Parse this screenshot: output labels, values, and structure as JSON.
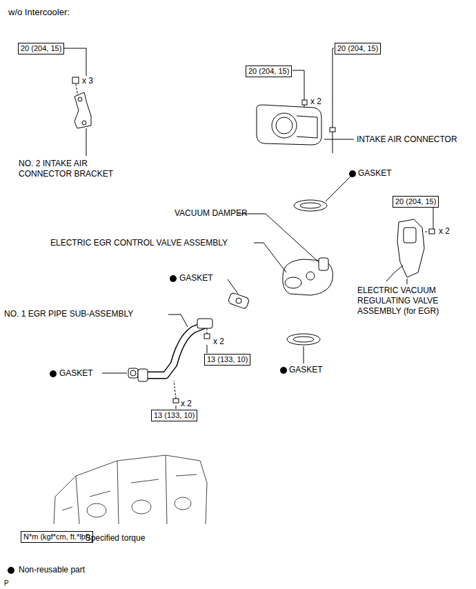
{
  "diagram": {
    "title": "w/o Intercooler:",
    "nodes": [
      {
        "text": [
          "20 (204, 15)"
        ]
      },
      {
        "text": [
          "20 (204, 15)"
        ]
      },
      {
        "text": [
          "20 (204, 15)"
        ]
      },
      {
        "text": [
          "20 (204, 15)"
        ]
      },
      {
        "text": [
          "13 (133, 10)"
        ]
      },
      {
        "text": [
          "13 (133, 10)"
        ]
      },
      {
        "text": [
          "N*m (kgf*cm, ft.*lbf)"
        ]
      }
    ],
    "edges": [],
    "labels": [
      "x 3",
      "NO. 2 INTAKE AIR CONNECTOR BRACKET",
      "x 2",
      "INTAKE AIR CONNECTOR",
      "GASKET",
      "VACUUM DAMPER",
      "ELECTRIC EGR CONTROL VALVE ASSEMBLY",
      "x 2",
      "ELECTRIC VACUUM REGULATING VALVE ASSEMBLY (for EGR)",
      "GASKET",
      "NO. 1 EGR PIPE SUB-ASSEMBLY",
      "x 2",
      "GASKET",
      "GASKET",
      "x 2",
      ": Specified torque",
      "P"
    ],
    "legend": [
      {
        "text": "Non-reusable part"
      }
    ]
  }
}
